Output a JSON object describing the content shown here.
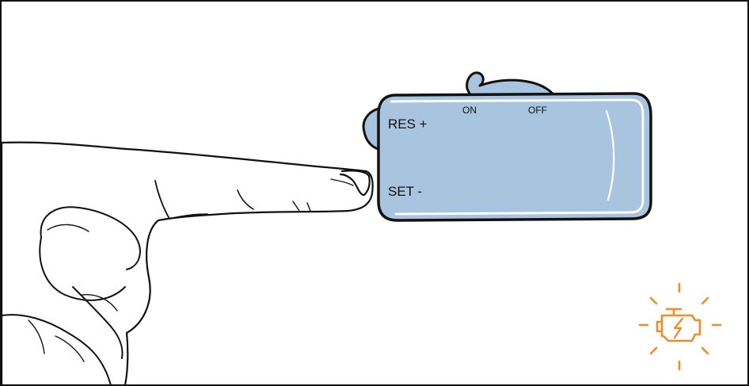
{
  "cruise_control_switch": {
    "res_plus_label": "RES +",
    "set_minus_label": "SET -",
    "on_label": "ON",
    "off_label": "OFF",
    "pressed_position": "SET -"
  },
  "warning_light": {
    "icon": "check-engine-icon",
    "state": "flashing"
  },
  "colors": {
    "switch_fill": "#a9c4de",
    "switch_outline": "#111111",
    "warning_orange": "#f28c28",
    "frame_border": "#111111",
    "background": "#ffffff"
  }
}
